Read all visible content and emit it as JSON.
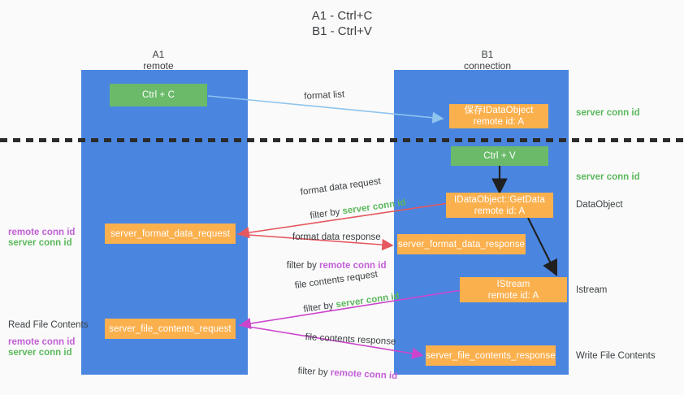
{
  "title": "A1 - Ctrl+C\nB1 - Ctrl+V",
  "lanes": [
    {
      "name": "A1",
      "sub": "remote",
      "header": "A1\nremote"
    },
    {
      "name": "B1",
      "sub": "connection",
      "header": "B1\nconnection"
    }
  ],
  "boxes": {
    "ctrl_c": "Ctrl + C",
    "ctrl_v": "Ctrl + V",
    "save_idataobject": "保存IDataObject\nremote id: A",
    "idataobject_getdata": "IDataObject::GetData\nremote id: A",
    "istream": "IStream\nremote id: A",
    "server_format_data_request": "server_format_data_request",
    "server_format_data_response": "server_format_data_response",
    "server_file_contents_request": "server_file_contents_request",
    "server_file_contents_response": "server_file_contents_response"
  },
  "right_labels": {
    "server_conn_id_top": "server conn id",
    "server_conn_id_mid": "server conn id",
    "dataobject": "DataObject",
    "istream": "Istream",
    "write_file_contents": "Write File Contents"
  },
  "left_labels": {
    "remote_conn_id_1": "remote conn id",
    "server_conn_id_1": "server conn id",
    "read_file_contents": "Read File Contents",
    "remote_conn_id_2": "remote conn id",
    "server_conn_id_2": "server conn id"
  },
  "edges": {
    "format_list": "format list",
    "format_data_request": "format data request",
    "filter_by_1_prefix": "filter by ",
    "filter_by_1_value": "server conn id",
    "format_data_response": "format data response",
    "filter_by_2_prefix": "filter by ",
    "filter_by_2_value": "remote conn id",
    "file_contents_request": "file contents request",
    "filter_by_3_prefix": "filter by ",
    "filter_by_3_value": "server conn id",
    "file_contents_response": "file contents response",
    "filter_by_4_prefix": "filter by ",
    "filter_by_4_value": "remote conn id"
  },
  "colors": {
    "lane": "#4a86e0",
    "green_box": "#6aba6a",
    "orange_box": "#fbb04e",
    "green_text": "#5cb85c",
    "purple_text": "#c25fd6",
    "arrow_blue": "#8ec4ee",
    "arrow_red": "#e5585f",
    "arrow_magenta": "#cc44cc",
    "arrow_black": "#202020",
    "background": "#fafafa"
  }
}
